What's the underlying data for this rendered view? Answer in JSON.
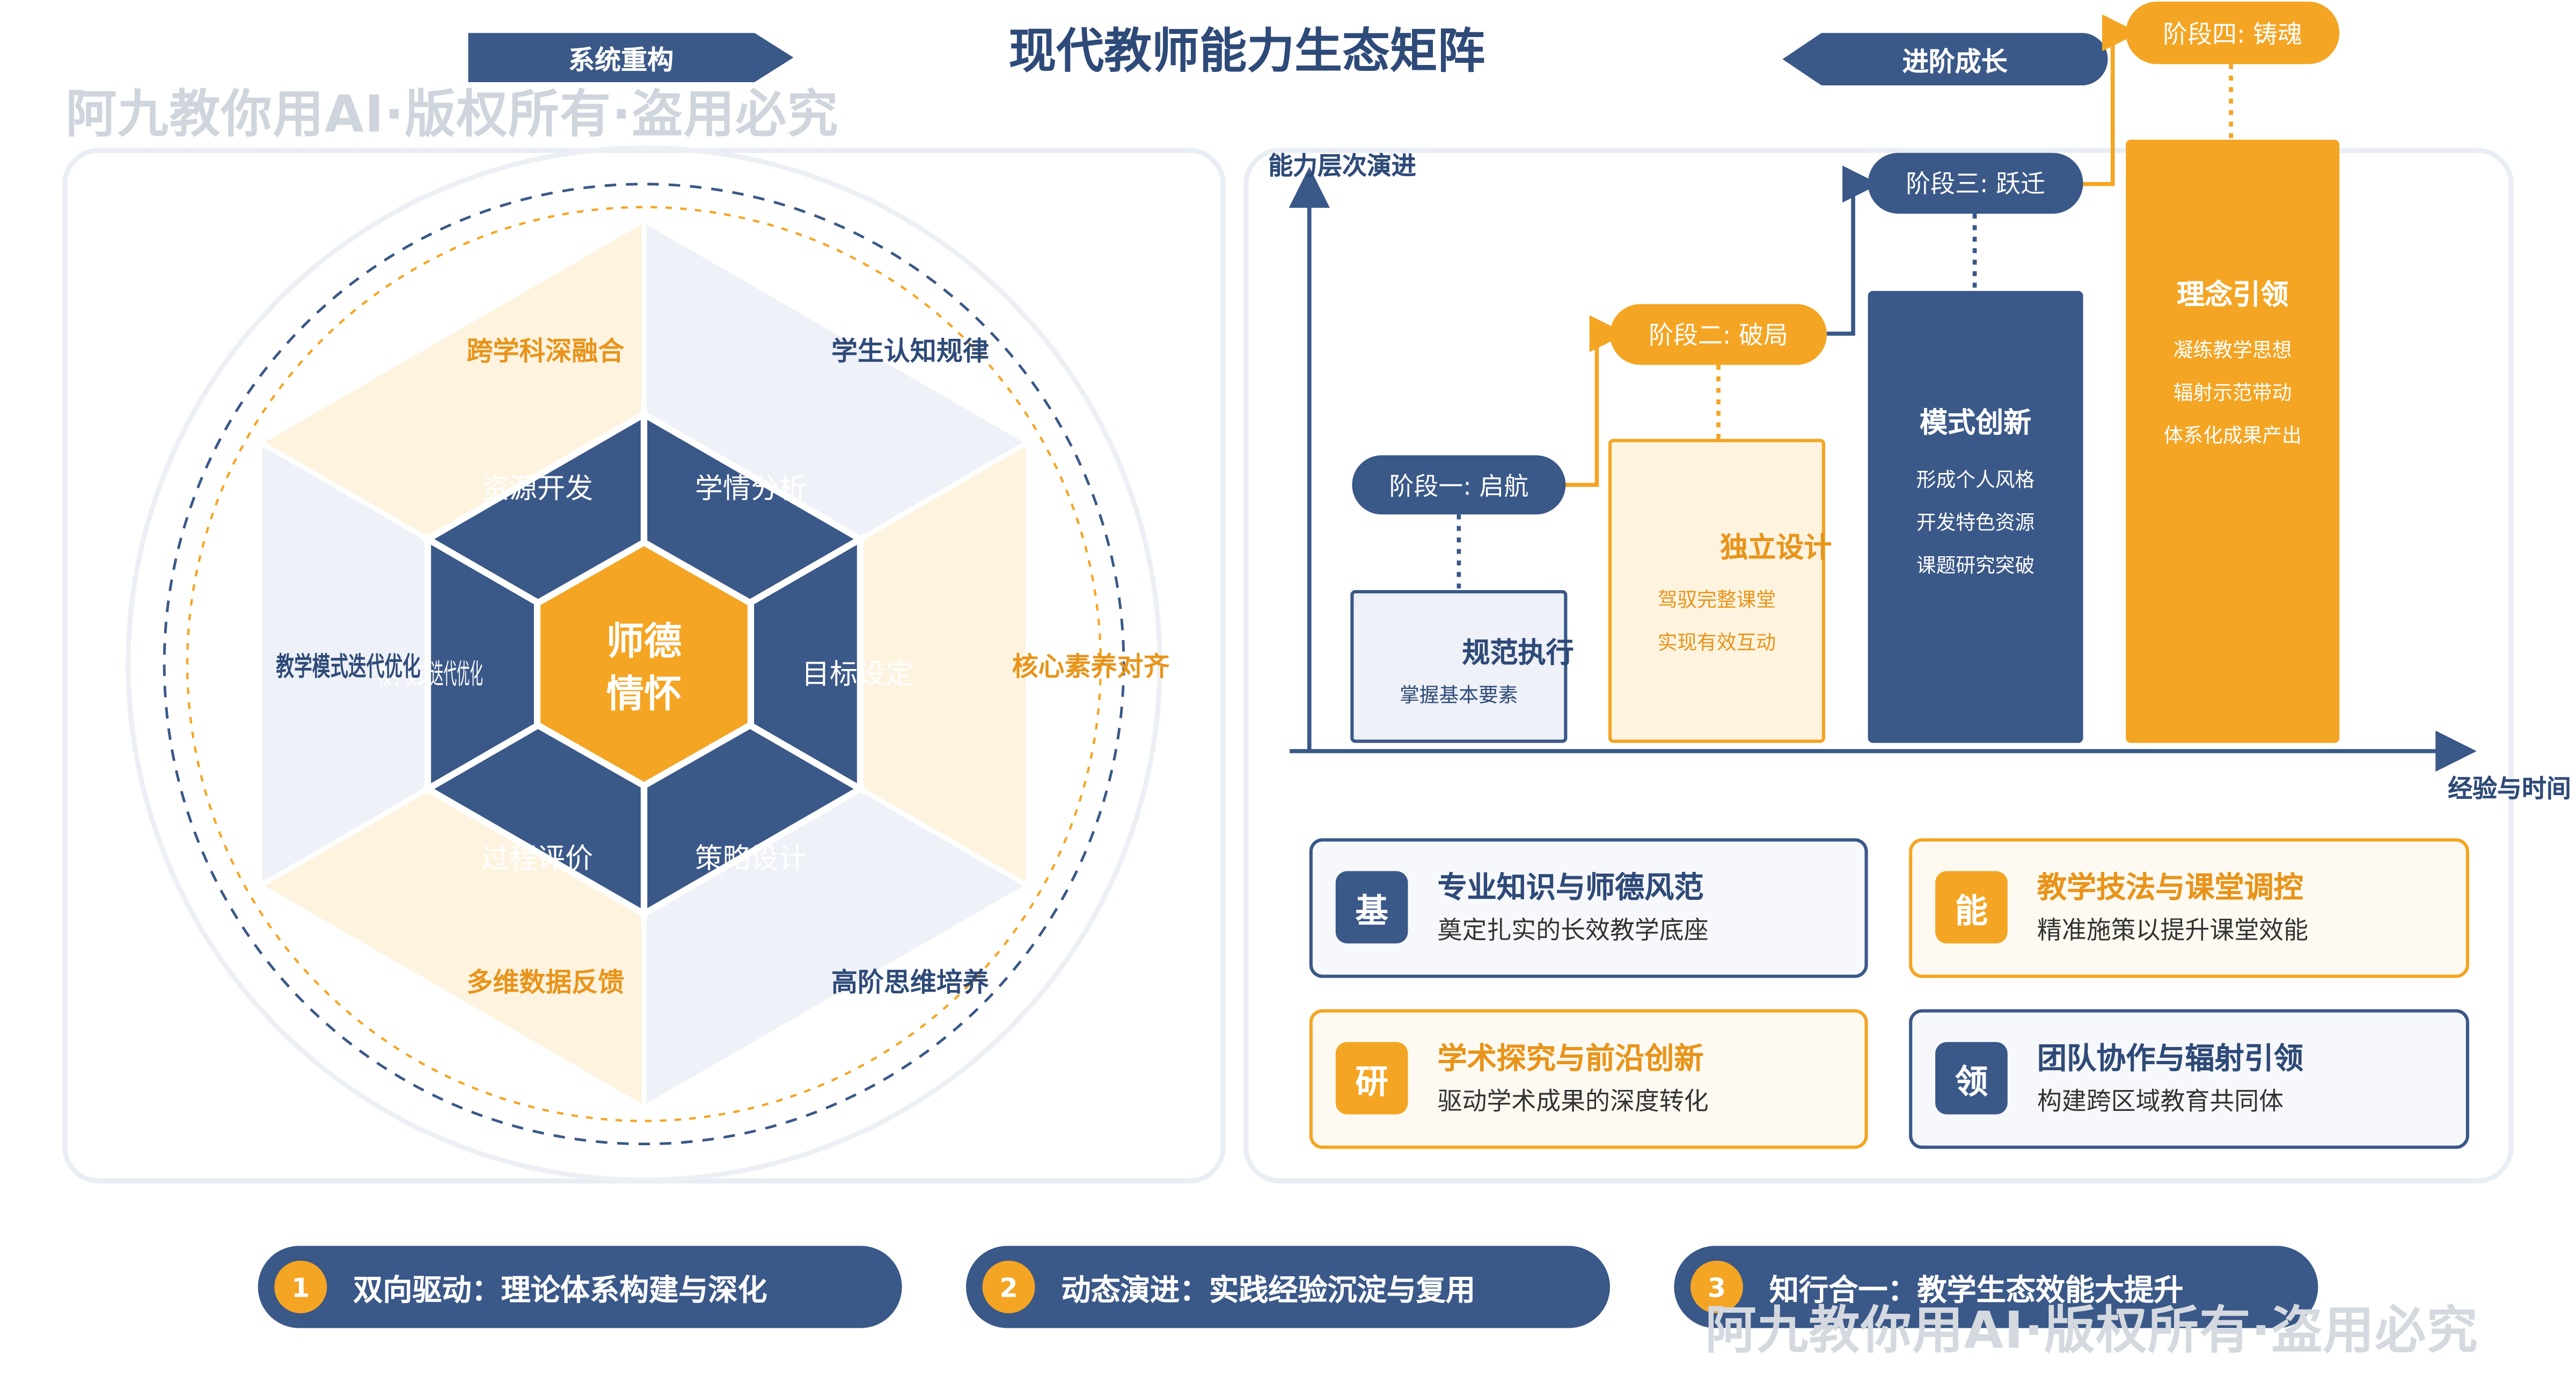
{
  "title": "现代教师能力生态矩阵",
  "tag_left": "系统重构",
  "tag_right": "进阶成长",
  "watermark": "阿九教你用AI·版权所有·盗用必究",
  "hexagon": {
    "core": [
      "师德",
      "情怀"
    ],
    "inner": [
      "资源开发",
      "学情分析",
      "目标设定",
      "策略设计",
      "过程评价",
      "教学模式迭代优化"
    ],
    "outer": [
      "跨学科深融合",
      "学生认知规律",
      "核心素养对齐",
      "高阶思维培养",
      "多维数据反馈",
      "教学模式迭代优化"
    ]
  },
  "chart": {
    "ylabel": "能力层次演进",
    "xlabel": "经验与时间",
    "stages": [
      {
        "pill": "阶段一: 启航",
        "title": "规范执行",
        "lines": [
          "掌握基本要素"
        ]
      },
      {
        "pill": "阶段二: 破局",
        "title": "独立设计",
        "lines": [
          "驾驭完整课堂",
          "实现有效互动"
        ]
      },
      {
        "pill": "阶段三: 跃迁",
        "title": "模式创新",
        "lines": [
          "形成个人风格",
          "开发特色资源",
          "课题研究突破"
        ]
      },
      {
        "pill": "阶段四: 铸魂",
        "title": "理念引领",
        "lines": [
          "凝练教学思想",
          "辐射示范带动",
          "体系化成果产出"
        ]
      }
    ]
  },
  "cards": [
    {
      "icon": "基",
      "title": "专业知识与师德风范",
      "desc": "奠定扎实的长效教学底座"
    },
    {
      "icon": "能",
      "title": "教学技法与课堂调控",
      "desc": "精准施策以提升课堂效能"
    },
    {
      "icon": "研",
      "title": "学术探究与前沿创新",
      "desc": "驱动学术成果的深度转化"
    },
    {
      "icon": "领",
      "title": "团队协作与辐射引领",
      "desc": "构建跨区域教育共同体"
    }
  ],
  "footer": [
    {
      "num": "1",
      "text": "双向驱动：理论体系构建与深化"
    },
    {
      "num": "2",
      "text": "动态演进：实践经验沉淀与复用"
    },
    {
      "num": "3",
      "text": "知行合一：教学生态效能大提升"
    }
  ],
  "colors": {
    "navy": "#3a5888",
    "orange": "#f4a523",
    "light_orange": "#fdf3df",
    "light_blue": "#eef1f7"
  }
}
